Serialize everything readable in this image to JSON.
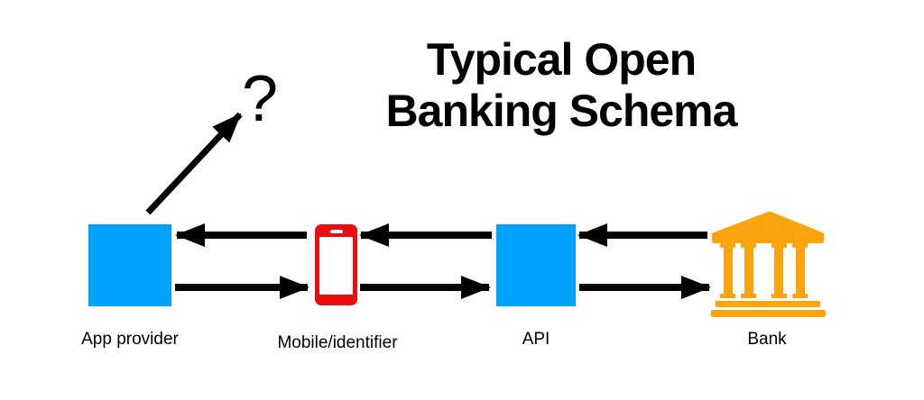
{
  "title": {
    "line1": "Typical Open",
    "line2": "Banking Schema"
  },
  "question_mark": "?",
  "entities": [
    {
      "id": "app-provider",
      "label": "App provider",
      "icon": "blue-square-icon"
    },
    {
      "id": "mobile-identifier",
      "label": "Mobile/identifier",
      "icon": "red-smartphone-icon"
    },
    {
      "id": "api",
      "label": "API",
      "icon": "blue-square-icon"
    },
    {
      "id": "bank",
      "label": "Bank",
      "icon": "bank-building-icon"
    }
  ],
  "arrows": {
    "top_row_direction": "right-to-left",
    "bottom_row_direction": "left-to-right",
    "diagonal": "from App provider up to question mark"
  },
  "colors": {
    "entity_blue": "#00A2FF",
    "phone_red": "#EE0B0D",
    "bank_orange": "#FCA40D",
    "arrow_black": "#000000",
    "text_black": "#000000",
    "background": "#FFFFFF"
  }
}
